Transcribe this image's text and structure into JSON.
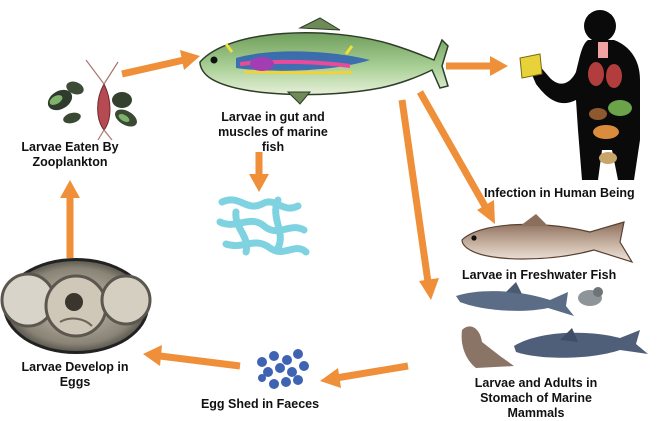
{
  "diagram": {
    "colors": {
      "arrow": "#ef8f3a",
      "text": "#111111",
      "human": "#0a0a0a",
      "worm": "#7fd3e0",
      "egg_cluster": "#3f63b3",
      "fish_body": "#8fbf7a",
      "freshwater_fish": "#b99a86",
      "dolphin": "#5a6c86",
      "sea_lion": "#8a7466"
    },
    "nodes": [
      {
        "id": "zooplankton",
        "label": "Larvae Eaten By\nZooplankton",
        "icon": "zooplankton-icon"
      },
      {
        "id": "marine-fish",
        "label": "Larvae in gut and\nmuscles of marine\nfish",
        "icon": "marine-fish-icon"
      },
      {
        "id": "human",
        "label": "Infection in Human Being",
        "icon": "human-silhouette-icon"
      },
      {
        "id": "freshwater-fish",
        "label": "Larvae in Freshwater Fish",
        "icon": "freshwater-fish-icon"
      },
      {
        "id": "marine-mammals",
        "label": "Larvae and Adults in\nStomach of Marine\nMammals",
        "icon": "marine-mammals-icon"
      },
      {
        "id": "egg-shed",
        "label": "Egg Shed in Faeces",
        "icon": "egg-cluster-icon"
      },
      {
        "id": "eggs",
        "label": "Larvae Develop in\nEggs",
        "icon": "egg-microscopy-icon"
      }
    ],
    "decorations": [
      {
        "id": "larvae-worms",
        "icon": "larvae-worms-icon"
      }
    ],
    "edges": [
      {
        "from": "zooplankton",
        "to": "marine-fish"
      },
      {
        "from": "marine-fish",
        "to": "human"
      },
      {
        "from": "marine-fish",
        "to": "freshwater-fish"
      },
      {
        "from": "marine-fish",
        "to": "marine-mammals"
      },
      {
        "from": "marine-fish",
        "to": "larvae-worms"
      },
      {
        "from": "marine-mammals",
        "to": "egg-shed"
      },
      {
        "from": "egg-shed",
        "to": "eggs"
      },
      {
        "from": "eggs",
        "to": "zooplankton"
      }
    ]
  }
}
